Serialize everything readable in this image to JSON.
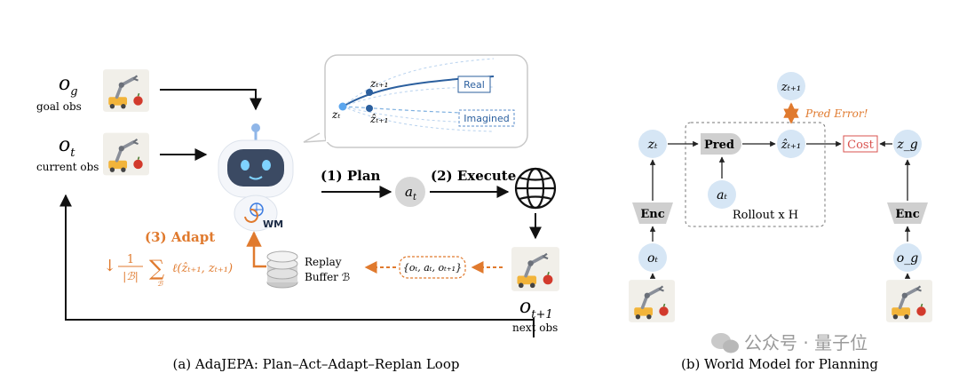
{
  "left": {
    "og_sym": "o",
    "og_sub": "g",
    "og_caption": "goal obs",
    "ot_sym": "o",
    "ot_sub": "t",
    "ot_caption": "current obs",
    "wm_label": "WM",
    "plan_label": "(1) Plan",
    "at_sym": "a",
    "at_sub": "t",
    "execute_label": "(2) Execute",
    "adapt_label": "(3) Adapt",
    "buffer_line1": "Replay",
    "buffer_line2": "Buffer ℬ",
    "transition": "{oₜ, aₜ, oₜ₊₁}",
    "next_sym": "o",
    "next_sub": "t+1",
    "next_caption": "next obs",
    "loss_prefix": "↓",
    "loss_frac_num": "1",
    "loss_frac_den": "|ℬ|",
    "loss_sigma": "∑",
    "loss_sigma_sub": "ℬ",
    "loss_term": "ℓ(ẑₜ₊₁, zₜ₊₁)",
    "bubble": {
      "zt": "zₜ",
      "z_real": "zₜ₊₁",
      "z_hat": "ẑₜ₊₁",
      "real": "Real",
      "imagined": "Imagined"
    },
    "caption": "(a) AdaJEPA: Plan–Act–Adapt–Replan Loop"
  },
  "right": {
    "zt": "zₜ",
    "pred": "Pred",
    "zhat": "ẑₜ₊₁",
    "cost": "Cost",
    "zg": "z_g",
    "z_true": "zₜ₊₁",
    "pred_error": "Pred Error!",
    "at": "aₜ",
    "rollout": "Rollout x H",
    "enc_left": "Enc",
    "enc_right": "Enc",
    "ot": "oₜ",
    "og": "o_g",
    "caption": "(b) World Model for Planning"
  },
  "watermark": "公众号 · 量子位",
  "colors": {
    "accent": "#e07a2e",
    "node": "#d6e6f5",
    "blue_dark": "#2b5f9e",
    "blue_light": "#7eb0e0",
    "robot": "#3b4a63",
    "cost_red": "#d9534f"
  }
}
